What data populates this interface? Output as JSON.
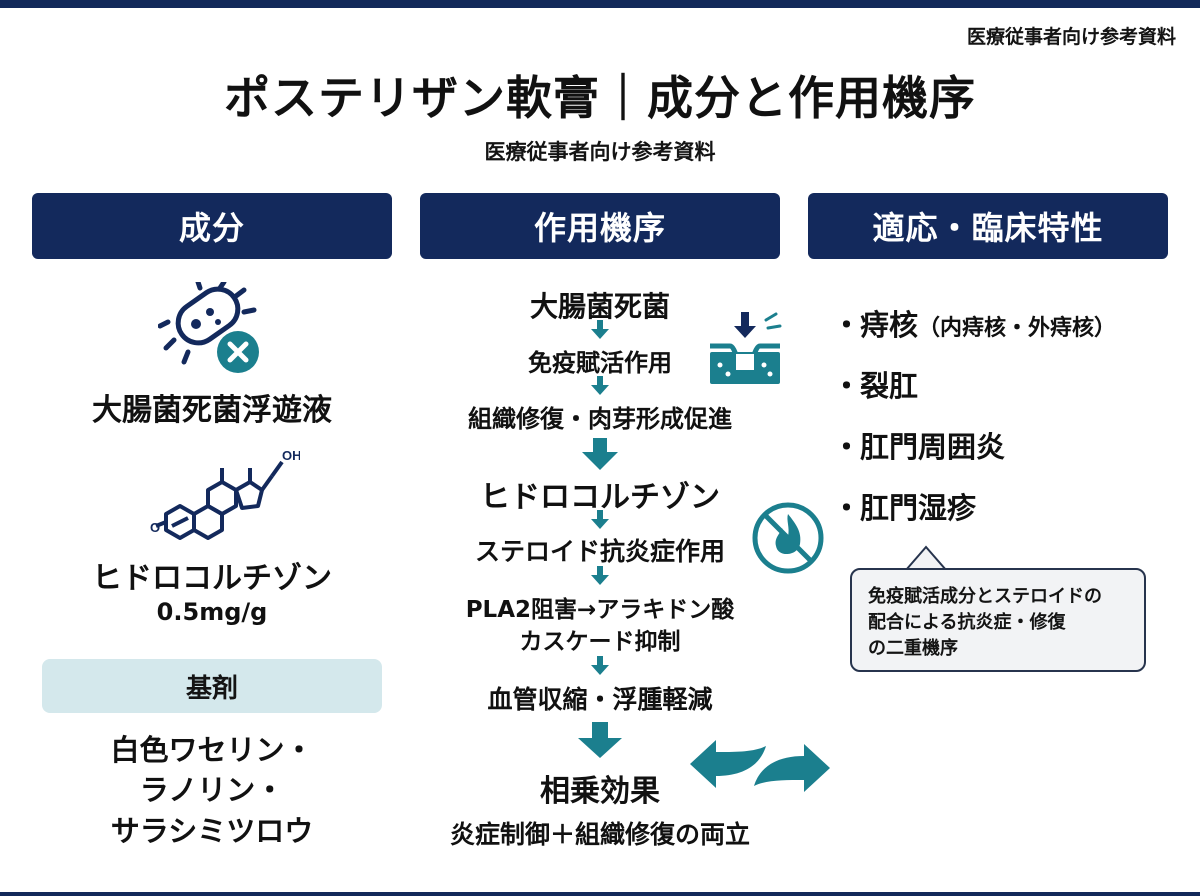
{
  "corner_label": "医療従事者向け参考資料",
  "title": "ポステリザン軟膏｜成分と作用機序",
  "subtitle": "医療従事者向け参考資料",
  "colors": {
    "navy": "#13295c",
    "teal": "#1b7f8e",
    "light_teal": "#d4e8ec"
  },
  "columns": {
    "ingredients_header": "成分",
    "mechanism_header": "作用機序",
    "indications_header": "適応・臨床特性"
  },
  "ingredients": {
    "item1_name": "大腸菌死菌浮遊液",
    "item1_icon": "bacteria-cross-icon",
    "item2_name": "ヒドロコルチゾン",
    "item2_dose": "0.5mg/g",
    "item2_icon": "steroid-structure-icon",
    "item2_label_oh": "OH",
    "item2_label_o": "O",
    "base_label": "基剤",
    "base_line1": "白色ワセリン・",
    "base_line2": "ラノリン・",
    "base_line3": "サラシミツロウ"
  },
  "mechanism": {
    "step1": "大腸菌死菌",
    "step2": "免疫賦活作用",
    "step3": "組織修復・肉芽形成促進",
    "step4": "ヒドロコルチゾン",
    "step5": "ステロイド抗炎症作用",
    "step6_line1": "PLA2阻害→アラキドン酸",
    "step6_line2": "カスケード抑制",
    "step7": "血管収縮・浮腫軽減",
    "result_title": "相乗効果",
    "result_text": "炎症制御＋組織修復の両立",
    "icons": [
      "tissue-repair-icon",
      "no-inflammation-icon",
      "exchange-arrows-icon"
    ]
  },
  "indications": {
    "items": [
      {
        "main": "痔核",
        "sub": "（内痔核・外痔核）"
      },
      {
        "main": "裂肛",
        "sub": ""
      },
      {
        "main": "肛門周囲炎",
        "sub": ""
      },
      {
        "main": "肛門湿疹",
        "sub": ""
      }
    ],
    "bullet": "・",
    "callout_line1": "免疫賦活成分とステロイドの",
    "callout_line2": "配合による抗炎症・修復",
    "callout_line3": "の二重機序"
  }
}
